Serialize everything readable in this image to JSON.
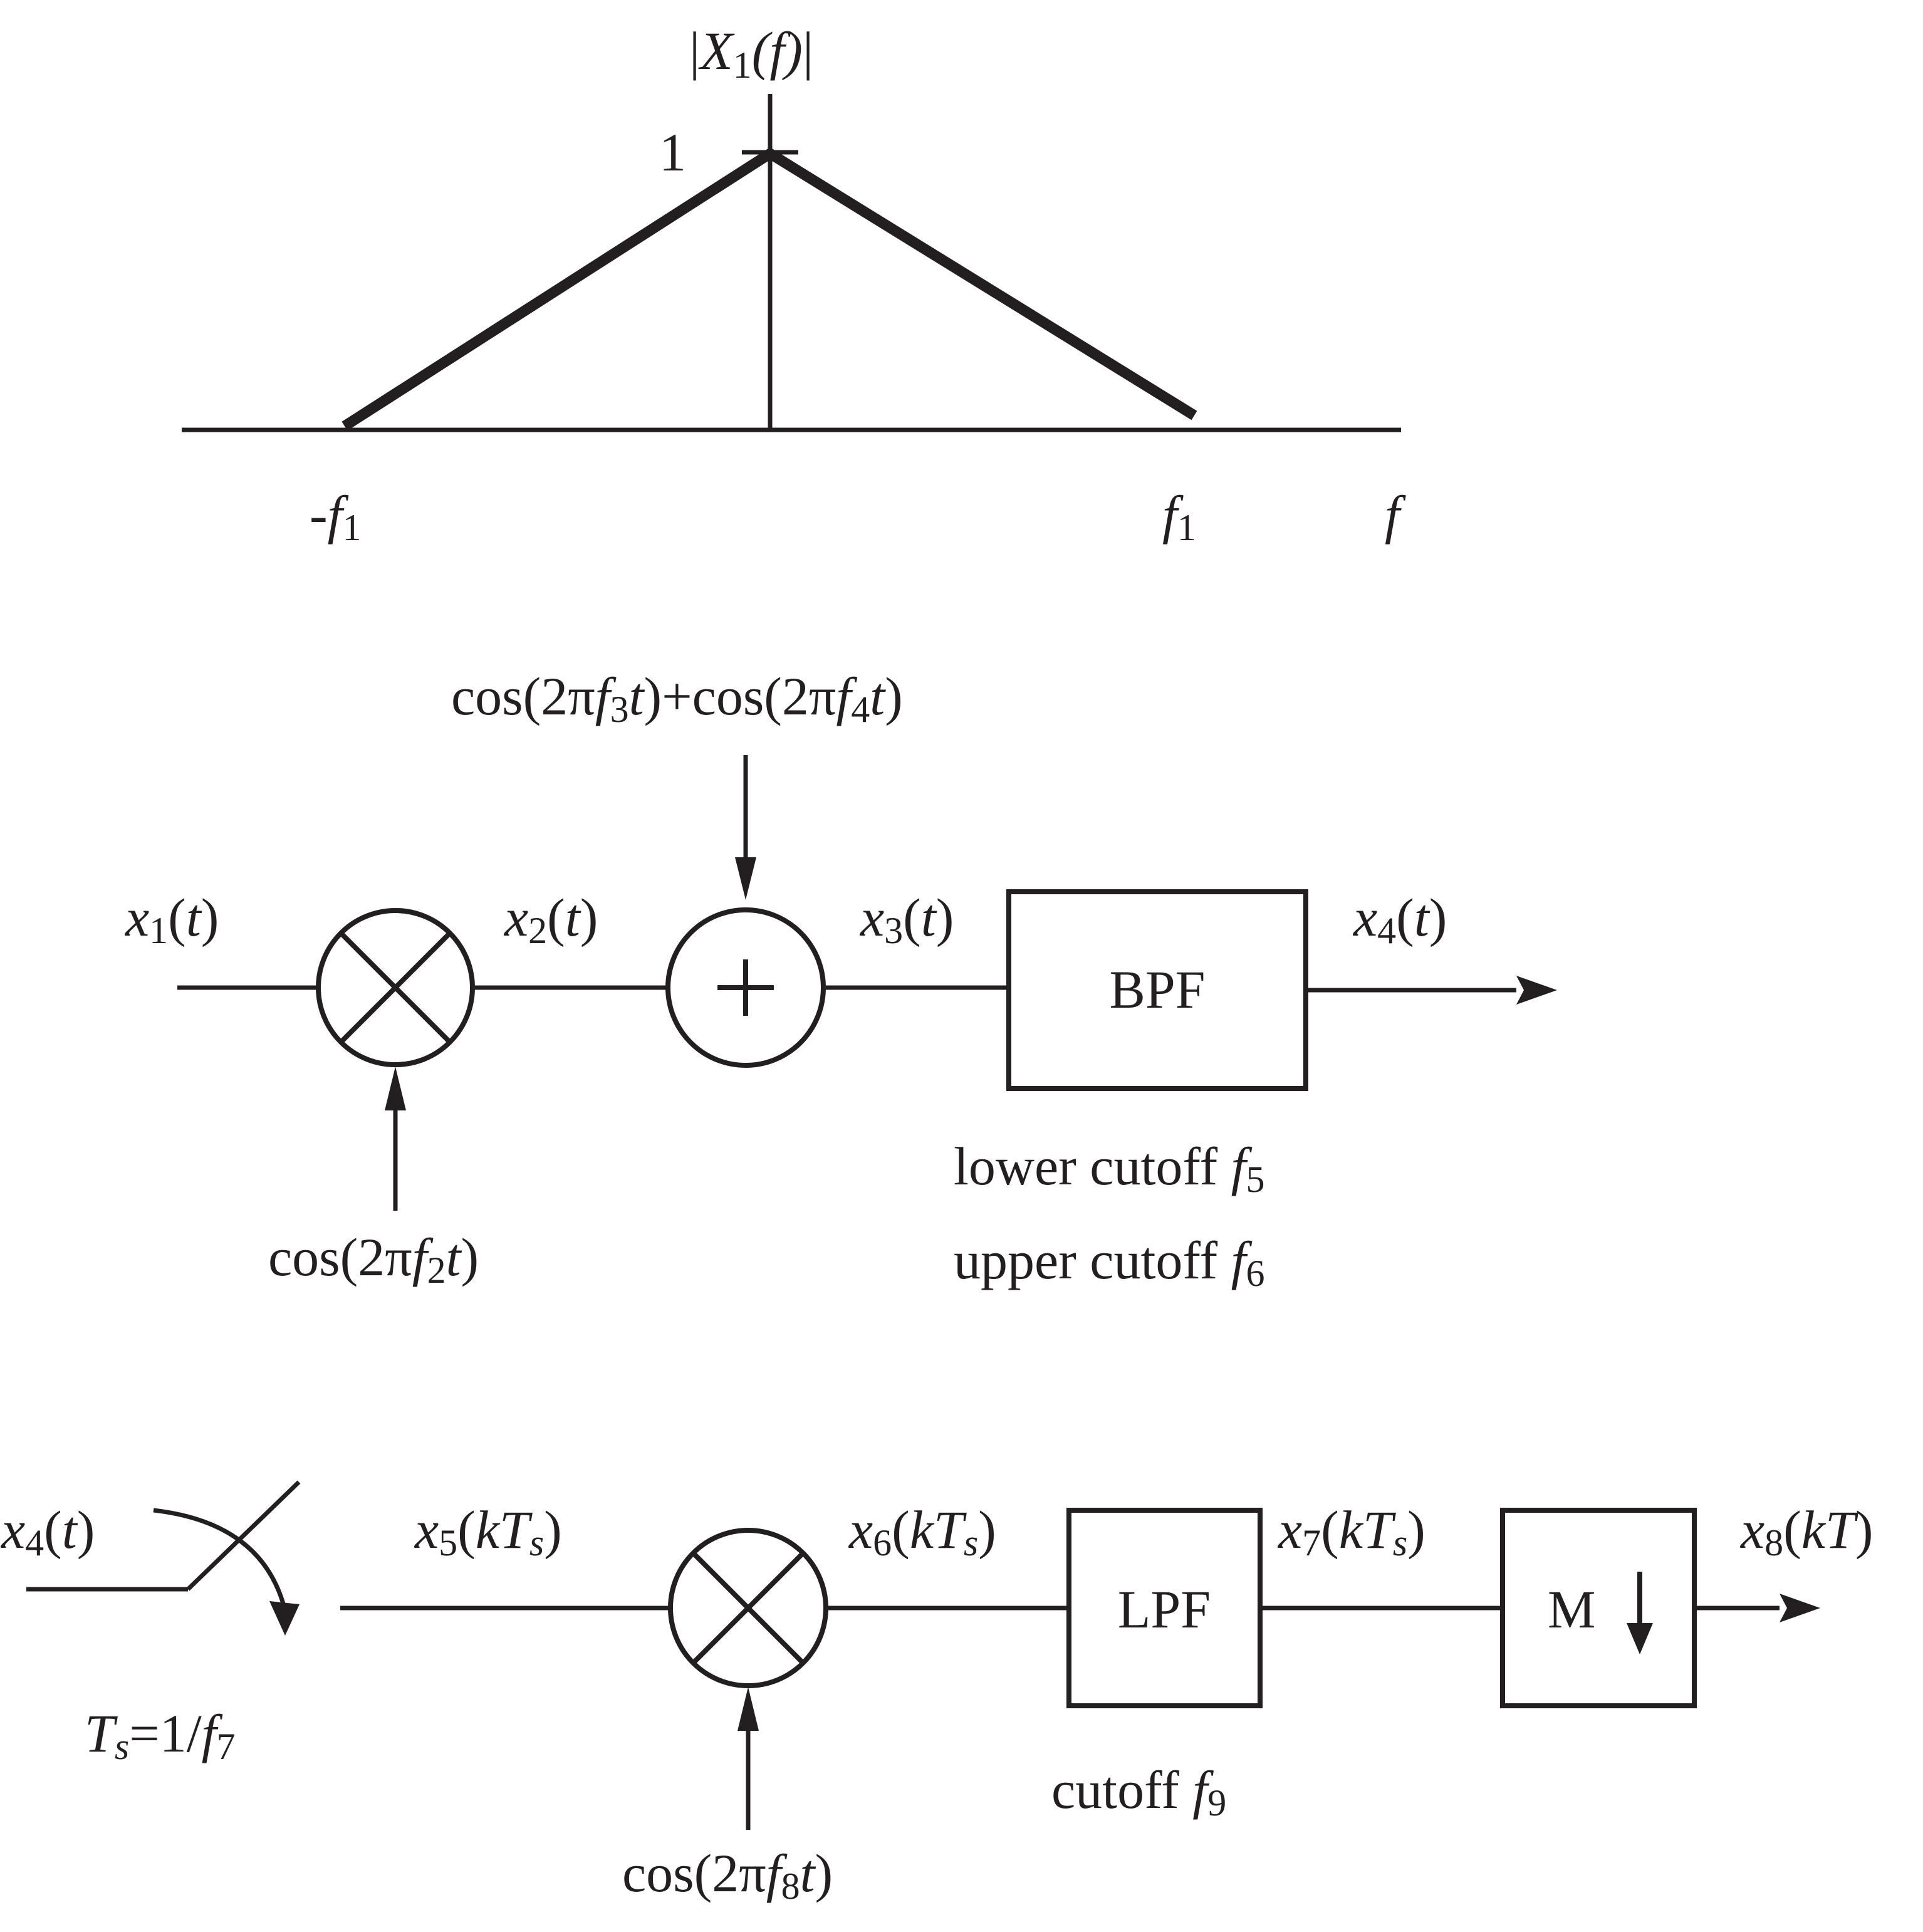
{
  "spectrum": {
    "ylabel": {
      "pre": "|",
      "var": "X",
      "sub": "1",
      "arg": "(f)",
      "post": "|"
    },
    "peak_label": "1",
    "tick_neg": {
      "sign": "-",
      "var": "f",
      "sub": "1"
    },
    "tick_pos": {
      "var": "f",
      "sub": "1"
    },
    "xlabel": "f"
  },
  "chart_data": {
    "type": "line",
    "xlabel": "f",
    "ylabel": "|X1(f)|",
    "x_ticks": [
      "-f1",
      "f1"
    ],
    "y_ticks": [
      "1"
    ],
    "series": [
      {
        "x": [
          "-f1",
          "0",
          "f1"
        ],
        "y": [
          0,
          1,
          0
        ]
      }
    ]
  },
  "system1": {
    "x1": {
      "var": "x",
      "sub": "1",
      "arg": "t"
    },
    "x2": {
      "var": "x",
      "sub": "2",
      "arg": "t"
    },
    "x3": {
      "var": "x",
      "sub": "3",
      "arg": "t"
    },
    "x4": {
      "var": "x",
      "sub": "4",
      "arg": "t"
    },
    "osc_top": {
      "a": "cos(2π",
      "f": "f",
      "s1": "3",
      "t1": "t",
      "mid": ")+cos(2π",
      "f2": "f",
      "s2": "4",
      "t2": "t",
      "end": ")"
    },
    "osc_bottom": {
      "a": "cos(2π",
      "f": "f",
      "s": "2",
      "t": "t",
      "end": ")"
    },
    "bpf_label": "BPF",
    "lower_cutoff": {
      "text": "lower cutoff ",
      "var": "f",
      "sub": "5"
    },
    "upper_cutoff": {
      "text": "upper cutoff ",
      "var": "f",
      "sub": "6"
    }
  },
  "system2": {
    "x4": {
      "var": "x",
      "sub": "4",
      "arg": "t"
    },
    "x5": {
      "var": "x",
      "sub": "5",
      "arg": "kT",
      "argsub": "s"
    },
    "x6": {
      "var": "x",
      "sub": "6",
      "arg": "kT",
      "argsub": "s"
    },
    "x7": {
      "var": "x",
      "sub": "7",
      "arg": "kT",
      "argsub": "s"
    },
    "x8": {
      "var": "x",
      "sub": "8",
      "arg": "kT"
    },
    "sampling": {
      "T": "T",
      "s": "s",
      "eq": "=1/",
      "f": "f",
      "sub": "7"
    },
    "osc": {
      "a": "cos(2π",
      "f": "f",
      "s": "8",
      "t": "t",
      "end": ")"
    },
    "lpf_label": "LPF",
    "lpf_cutoff": {
      "text": "cutoff ",
      "var": "f",
      "sub": "9"
    },
    "down_label": "M"
  }
}
